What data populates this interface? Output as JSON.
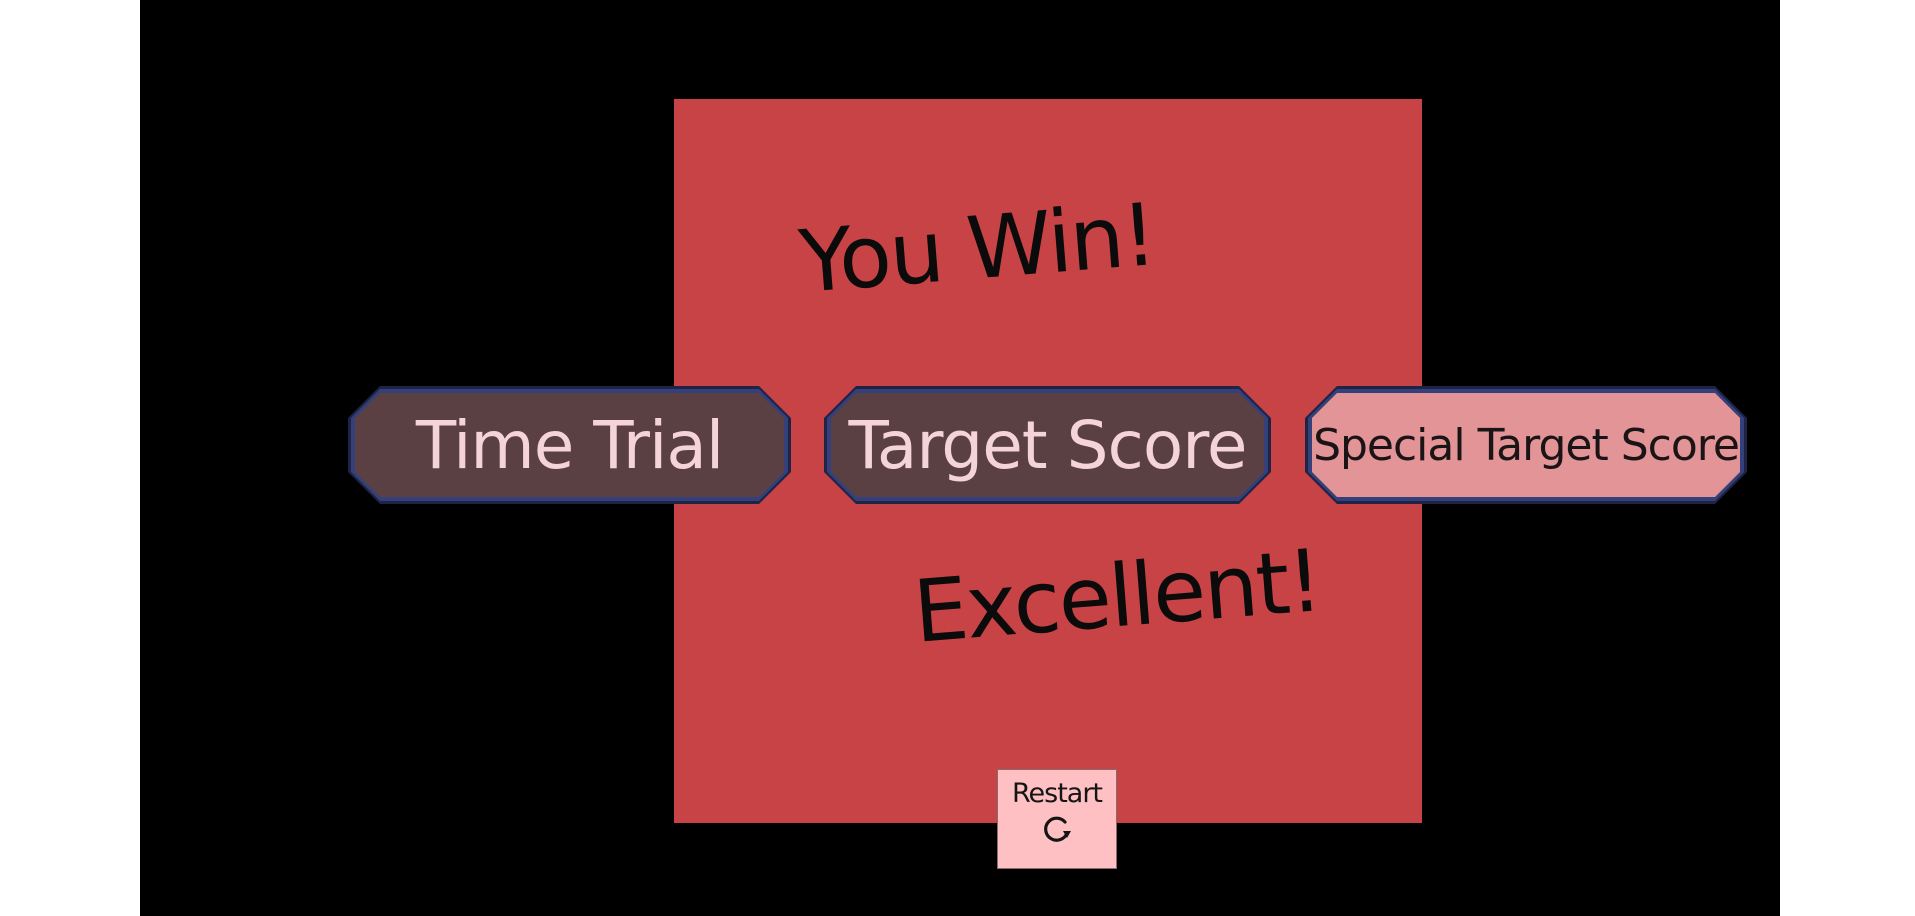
{
  "screen": {
    "headline": "You Win!",
    "rating": "Excellent!"
  },
  "modes": [
    {
      "label": "Time Trial"
    },
    {
      "label": "Target Score"
    },
    {
      "label": "Special Target Score"
    }
  ],
  "restart": {
    "label": "Restart",
    "icon": "refresh-icon"
  },
  "colors": {
    "background": "#000000",
    "panel": "#c84345",
    "button_dark": "#5a3f43",
    "button_light": "#e39496",
    "button_border": "#34407a",
    "restart_button": "#fec0c2"
  }
}
